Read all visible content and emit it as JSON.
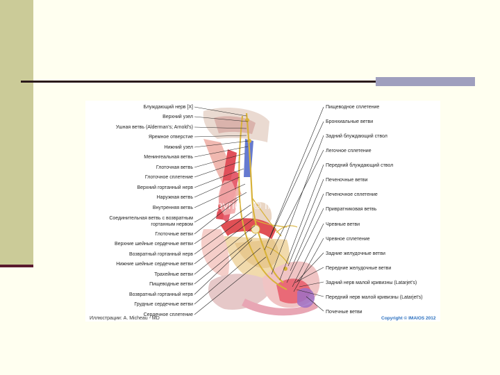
{
  "slide": {
    "accent_colors": {
      "left_bar": "#cbcb98",
      "left_underline": "#5a1a2e",
      "rule_line": "#2a1a1a",
      "rule_block": "#9f9fbe"
    }
  },
  "figure": {
    "left_labels": [
      "Блуждающий нерв [X]",
      "Верхний узел",
      "Ушная ветвь (Alderman's; Arnold's)",
      "Яремное отверстие",
      "Нижний узел",
      "Менингеальная ветвь",
      "Глоточная ветвь",
      "Глоточное сплетение",
      "Верхний гортанный нерв",
      "Наружная ветвь",
      "Внутренняя ветвь",
      "Соединительная ветвь с возвратным",
      "гортанным нервом",
      "Глоточные ветви",
      "Верхние шейные сердечные ветви",
      "Возвратный гортанный нерв",
      "Нижние шейные сердечные ветви",
      "Трахейные ветви",
      "Пищеводные ветви",
      "Возвратный гортанный нерв",
      "Грудные сердечные ветви",
      "Сердечное сплетение"
    ],
    "right_labels": [
      "Пищеводное сплетение",
      "Бронхиальные ветви",
      "Задний блуждающий ствол",
      "Легочное сплетение",
      "Передний блуждающий ствол",
      "Печеночные ветви",
      "Печеночное сплетение",
      "Привратниковая ветвь",
      "Чревные ветви",
      "Чревное сплетение",
      "Задние желудочные ветви",
      "Передние желудочные ветви",
      "Задний нерв малой кривизны (Latarjet's)",
      "Передний нерв малой кривизны (Latarjet's)",
      "Почечные ветви"
    ],
    "credit": "Иллюстрации: A. Micheau - MD",
    "copyright": "Copyright © IMAIOS 2012",
    "watermark": "copyright © IMAIOS"
  }
}
